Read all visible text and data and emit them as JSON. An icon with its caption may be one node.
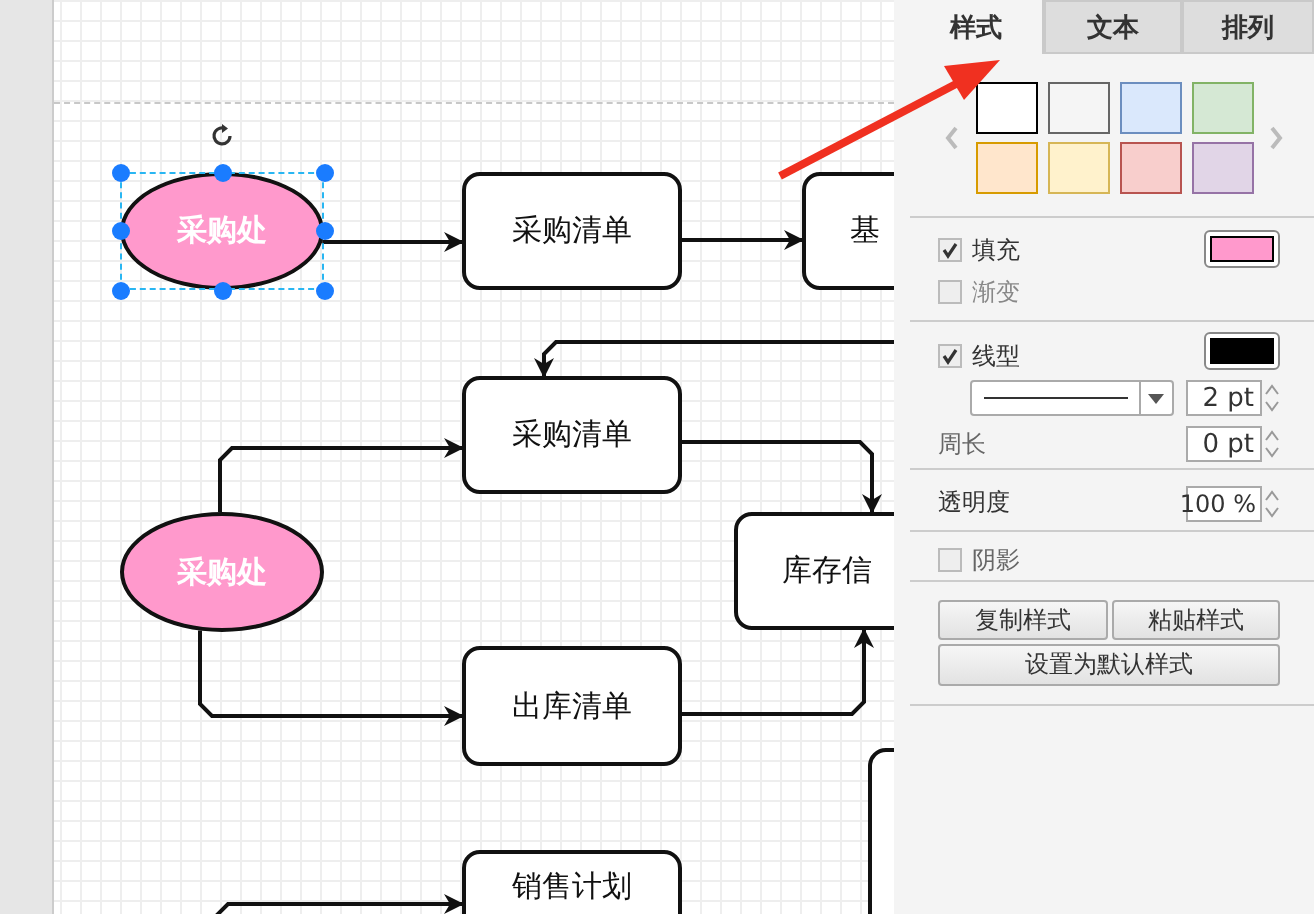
{
  "diagram": {
    "nodes": [
      {
        "text": [
          "采购处"
        ]
      },
      {
        "text": [
          "采购清单"
        ]
      },
      {
        "text": [
          "基"
        ]
      },
      {
        "text": [
          "采购清单"
        ]
      },
      {
        "text": [
          "采购处"
        ]
      },
      {
        "text": [
          "库存信"
        ]
      },
      {
        "text": [
          "出库清单"
        ]
      },
      {
        "text": [
          "销售计划"
        ]
      },
      {
        "text": [],
        "shape": "box"
      }
    ],
    "edges": [
      {
        "from": 0,
        "to": 1,
        "arrow": "to"
      },
      {
        "from": 1,
        "to": 2,
        "arrow": "to"
      },
      {
        "from": null,
        "to": 3,
        "arrow": "to"
      },
      {
        "from": 4,
        "to": 3,
        "arrow": "to"
      },
      {
        "from": 3,
        "to": 5,
        "arrow": "to"
      },
      {
        "from": 4,
        "to": 6,
        "arrow": "to"
      },
      {
        "from": 6,
        "to": 5,
        "arrow": "to"
      },
      {
        "from": null,
        "to": 7,
        "arrow": "to"
      }
    ],
    "labels": [
      "样式",
      "文本",
      "排列",
      "填充",
      "渐变",
      "线型",
      "2 pt",
      "周长",
      "0 pt",
      "透明度",
      "100 %",
      "阴影",
      "复制样式",
      "粘贴样式",
      "设置为默认样式"
    ]
  }
}
